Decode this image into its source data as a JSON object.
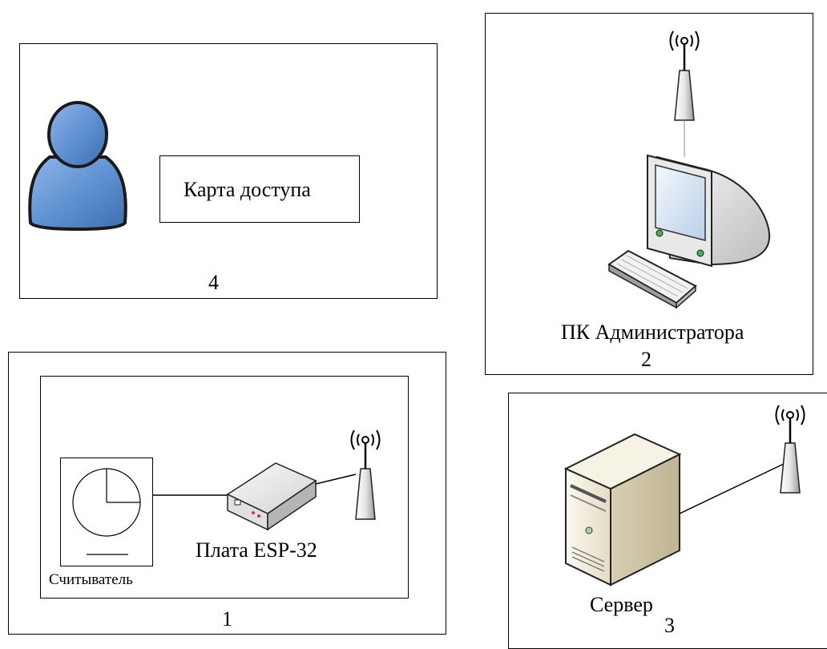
{
  "blocks": {
    "user": {
      "number": "4",
      "card_label": "Карта доступа"
    },
    "admin_pc": {
      "label": "ПК Администратора",
      "number": "2"
    },
    "device": {
      "number": "1",
      "reader_label": "Считыватель",
      "board_label": "Плата ESP-32"
    },
    "server": {
      "label": "Сервер",
      "number": "3"
    }
  },
  "icons": [
    "user-icon",
    "wireless-antenna-icon",
    "computer-monitor-icon",
    "keyboard-icon",
    "card-reader-icon",
    "esp32-board-icon",
    "server-tower-icon"
  ],
  "colors": {
    "user_fill": "#5b8fd0",
    "user_outline": "#1a1a1a",
    "server_fill": "#efe9d5",
    "led_green": "#4caf50",
    "screen": "#dbe8f5"
  }
}
